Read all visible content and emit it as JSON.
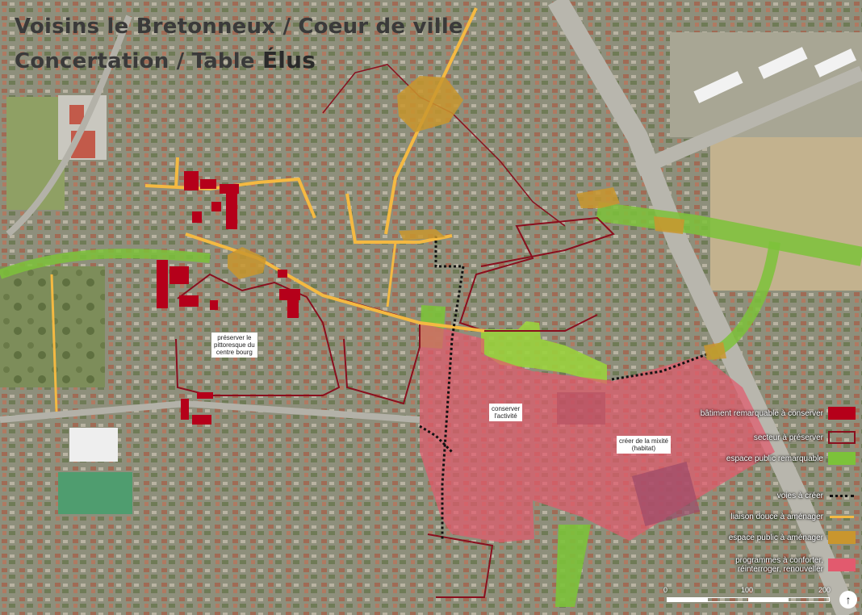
{
  "title": {
    "line1": "Voisins le Bretonneux / Coeur de ville",
    "line2_prefix": "Concertation / Table ",
    "line2_accent": "Élus"
  },
  "labels": {
    "preserve": [
      "préserver le",
      "pittoresque du",
      "centre bourg"
    ],
    "activity": [
      "conserver",
      "l'activité"
    ],
    "mixity": [
      "créer de la mixité",
      "(habitat)"
    ]
  },
  "legend": [
    {
      "label": "bâtiment remarquable à conserver",
      "symbol": "solid-red"
    },
    {
      "label": "secteur à préserver",
      "symbol": "outline-red"
    },
    {
      "label": "espace public remarquable",
      "symbol": "green-band"
    },
    {
      "label": "voies à créer",
      "symbol": "dotted-black"
    },
    {
      "label": "liaison douce à aménager",
      "symbol": "yellow-line"
    },
    {
      "label": "espace public à aménager",
      "symbol": "ochre"
    },
    {
      "label": "programmes à conforter, réinterroger, renouveller",
      "symbol": "pink"
    }
  ],
  "scale": {
    "ticks": [
      "0",
      "100",
      "200"
    ]
  },
  "north": "↑",
  "colors": {
    "red": "#b5001a",
    "outline_red": "#8a0f1e",
    "green": "#7cc23a",
    "yellow": "#f4b942",
    "ochre": "#c9962e",
    "pink": "#e25a6e"
  }
}
